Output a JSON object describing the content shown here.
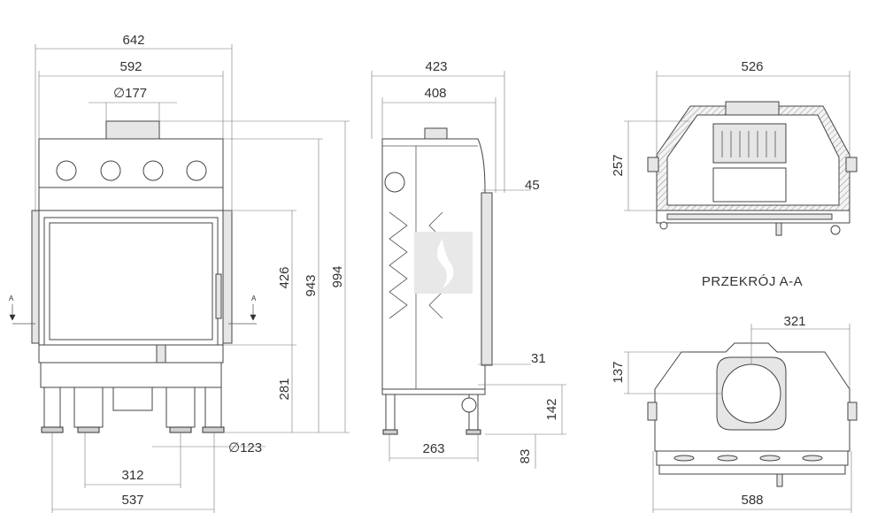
{
  "front_view": {
    "dims": {
      "total_width": "642",
      "body_width": "592",
      "flue_diameter": "∅177",
      "glass_height": "426",
      "body_height": "943",
      "total_height": "994",
      "door_bottom_height": "281",
      "air_inlet_diameter": "∅123",
      "leg_spacing": "312",
      "leg_span": "537"
    },
    "section_marks": [
      "A",
      "A"
    ]
  },
  "side_view": {
    "dims": {
      "total_depth": "423",
      "body_depth": "408",
      "door_offset": "45",
      "door_thickness": "31",
      "inlet_height": "142",
      "leg_height": "83",
      "leg_depth": "263"
    }
  },
  "section_view": {
    "title": "PRZEKRÓJ A-A",
    "dims": {
      "width": "526",
      "height": "257"
    }
  },
  "top_view": {
    "dims": {
      "flue_offset": "321",
      "flue_depth": "137",
      "total_width": "588"
    }
  }
}
